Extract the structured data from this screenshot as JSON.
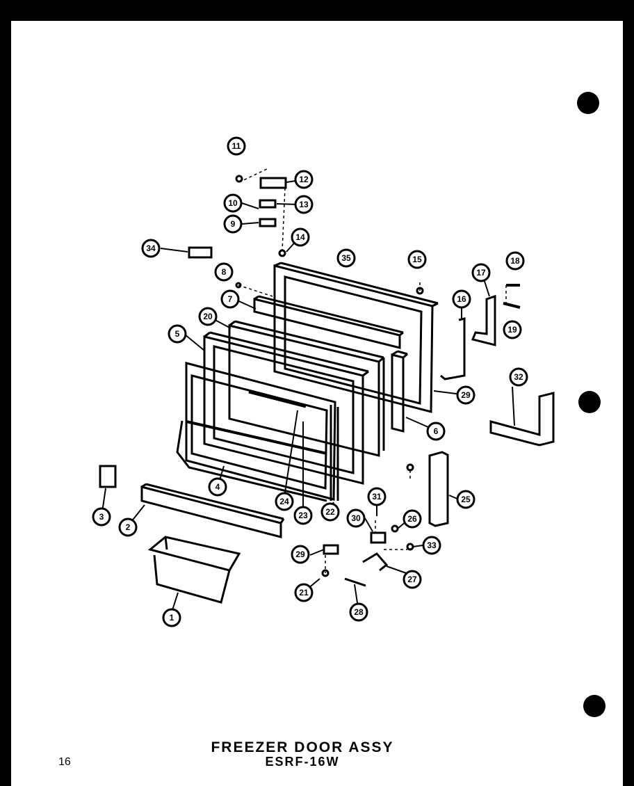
{
  "title_line_1": "FREEZER DOOR ASSY",
  "title_line_2": "ESRF-16W",
  "page_number": "16",
  "callouts": [
    "1",
    "2",
    "3",
    "4",
    "5",
    "6",
    "7",
    "8",
    "9",
    "10",
    "11",
    "12",
    "13",
    "14",
    "15",
    "16",
    "17",
    "18",
    "19",
    "20",
    "21",
    "22",
    "23",
    "24",
    "25",
    "26",
    "27",
    "28",
    "29",
    "30",
    "31",
    "32",
    "33",
    "34",
    "35",
    "6",
    "29"
  ]
}
